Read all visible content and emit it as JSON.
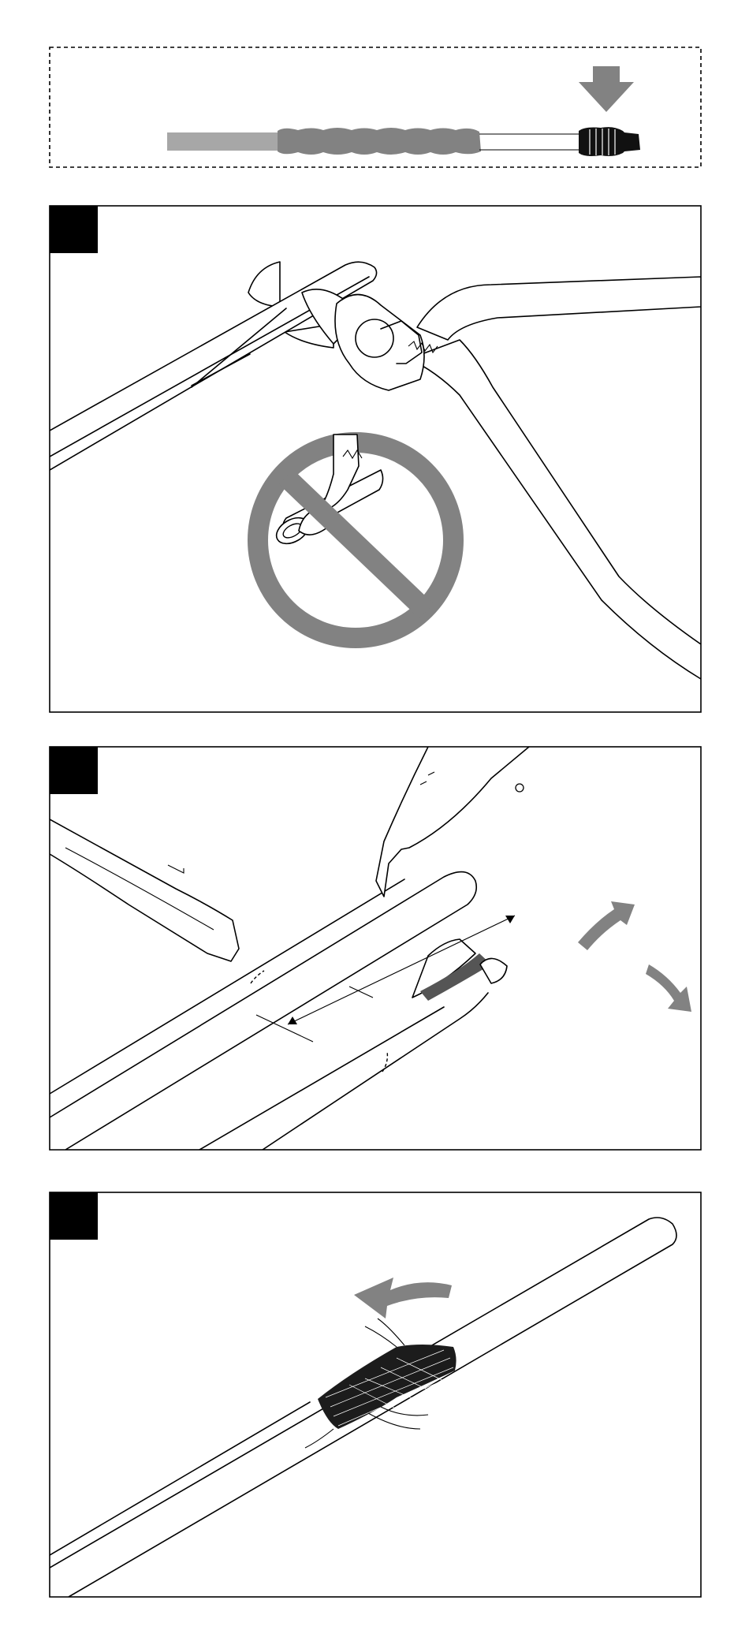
{
  "figure": {
    "overview": {
      "arrow": "down-arrow-icon",
      "parts": [
        "cable-outer-sheath",
        "braided-shield-bunched",
        "inner-core",
        "connector-end"
      ]
    },
    "steps": [
      {
        "tag": "",
        "icons": [
          "side-cutter-icon",
          "prohibited-icon"
        ]
      },
      {
        "tag": "",
        "icons": [
          "cutter-blade-icon",
          "peel-arrow-icon"
        ]
      },
      {
        "tag": "",
        "icons": [
          "braid-push-arrow-icon"
        ]
      }
    ]
  },
  "colors": {
    "accent_gray": "#828282",
    "light_gray": "#a7a7a7",
    "line": "#000000",
    "background": "#ffffff"
  }
}
